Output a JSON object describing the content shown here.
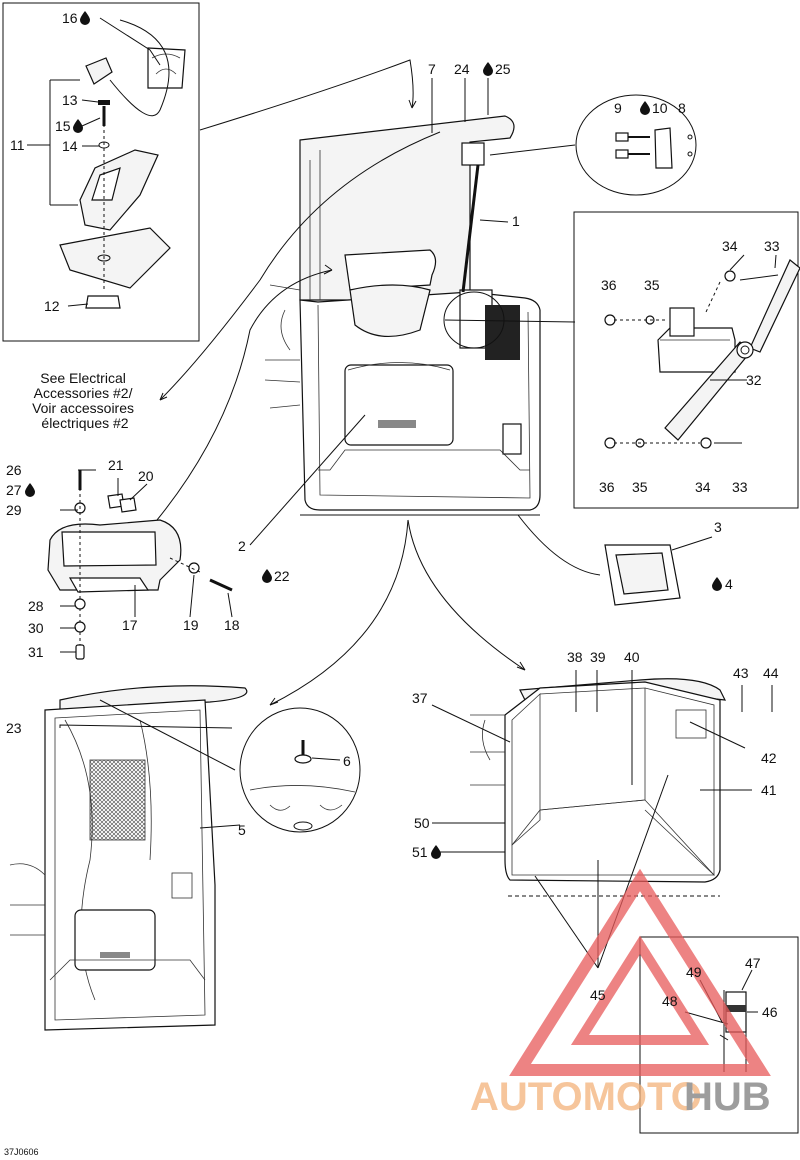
{
  "diagram": {
    "figure_code": "37J0606",
    "note_lines": [
      "See Electrical",
      "Accessories #2/",
      "Voir accessoires",
      "électriques #2"
    ],
    "watermark": {
      "part1": "AUTOMOTO",
      "part2": "HUB"
    },
    "callouts": [
      {
        "id": "c1",
        "text": "1"
      },
      {
        "id": "c2",
        "text": "2"
      },
      {
        "id": "c3",
        "text": "3"
      },
      {
        "id": "c4",
        "text": "4",
        "drop": true
      },
      {
        "id": "c5",
        "text": "5"
      },
      {
        "id": "c6",
        "text": "6"
      },
      {
        "id": "c7",
        "text": "7"
      },
      {
        "id": "c8",
        "text": "8"
      },
      {
        "id": "c9",
        "text": "9"
      },
      {
        "id": "c10",
        "text": "10",
        "drop": true
      },
      {
        "id": "c11",
        "text": "11"
      },
      {
        "id": "c12",
        "text": "12"
      },
      {
        "id": "c13",
        "text": "13"
      },
      {
        "id": "c14",
        "text": "14"
      },
      {
        "id": "c15",
        "text": "15",
        "drop": true
      },
      {
        "id": "c16",
        "text": "16",
        "drop": true
      },
      {
        "id": "c17",
        "text": "17"
      },
      {
        "id": "c18",
        "text": "18"
      },
      {
        "id": "c19",
        "text": "19"
      },
      {
        "id": "c20",
        "text": "20"
      },
      {
        "id": "c21",
        "text": "21"
      },
      {
        "id": "c22",
        "text": "22",
        "drop": true
      },
      {
        "id": "c23",
        "text": "23"
      },
      {
        "id": "c24",
        "text": "24"
      },
      {
        "id": "c25",
        "text": "25",
        "drop": true
      },
      {
        "id": "c26",
        "text": "26"
      },
      {
        "id": "c27",
        "text": "27",
        "drop": true
      },
      {
        "id": "c28",
        "text": "28"
      },
      {
        "id": "c29",
        "text": "29"
      },
      {
        "id": "c30",
        "text": "30"
      },
      {
        "id": "c31",
        "text": "31"
      },
      {
        "id": "c32",
        "text": "32"
      },
      {
        "id": "c33a",
        "text": "33"
      },
      {
        "id": "c33b",
        "text": "33"
      },
      {
        "id": "c34a",
        "text": "34"
      },
      {
        "id": "c34b",
        "text": "34"
      },
      {
        "id": "c35a",
        "text": "35"
      },
      {
        "id": "c35b",
        "text": "35"
      },
      {
        "id": "c36a",
        "text": "36"
      },
      {
        "id": "c36b",
        "text": "36"
      },
      {
        "id": "c37",
        "text": "37"
      },
      {
        "id": "c38",
        "text": "38"
      },
      {
        "id": "c39",
        "text": "39"
      },
      {
        "id": "c40",
        "text": "40"
      },
      {
        "id": "c41",
        "text": "41"
      },
      {
        "id": "c42",
        "text": "42"
      },
      {
        "id": "c43",
        "text": "43"
      },
      {
        "id": "c44",
        "text": "44"
      },
      {
        "id": "c45",
        "text": "45"
      },
      {
        "id": "c46",
        "text": "46"
      },
      {
        "id": "c47",
        "text": "47"
      },
      {
        "id": "c48",
        "text": "48"
      },
      {
        "id": "c49",
        "text": "49"
      },
      {
        "id": "c50",
        "text": "50"
      },
      {
        "id": "c51",
        "text": "51",
        "drop": true
      }
    ]
  }
}
